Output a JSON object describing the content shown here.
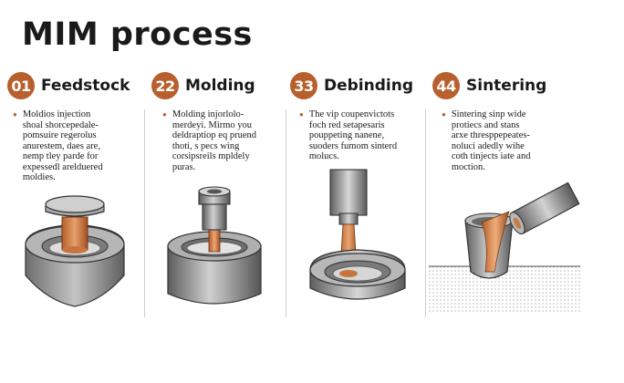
{
  "title": "MIM process",
  "steps": [
    {
      "number": "01",
      "title": "Feedstock",
      "description": "Moldios injection\nshoal shorcepedale-\npomsuire regerolus\nanurestem, daes are,\nnemp tley parde for\nexpessedl arelduered\nmoldies."
    },
    {
      "number": "22",
      "title": "Molding",
      "description": "Molding injorlolo-\nmerdeyi. Mirmo you\ndeldraptiop eq pruend\nthoti, s pecs wing\ncorsipsreils mpldely\npuras."
    },
    {
      "number": "33",
      "title": "Debinding",
      "description": "The vip coupenvictots\nfoch red setapesaris\npouppeting nanene,\nsuoders fumom sinterd\nmolucs."
    },
    {
      "number": "44",
      "title": "Sintering",
      "description": "Sintering sinp wide\nprotiecs and stans\narxe thresppepeates-\nnoluci adedly wihe\ncoth tinjects iate and\nmoction."
    }
  ],
  "colors": {
    "accent": "#b8602d",
    "metal": "#9a9a9a",
    "copper": "#c9733a"
  }
}
